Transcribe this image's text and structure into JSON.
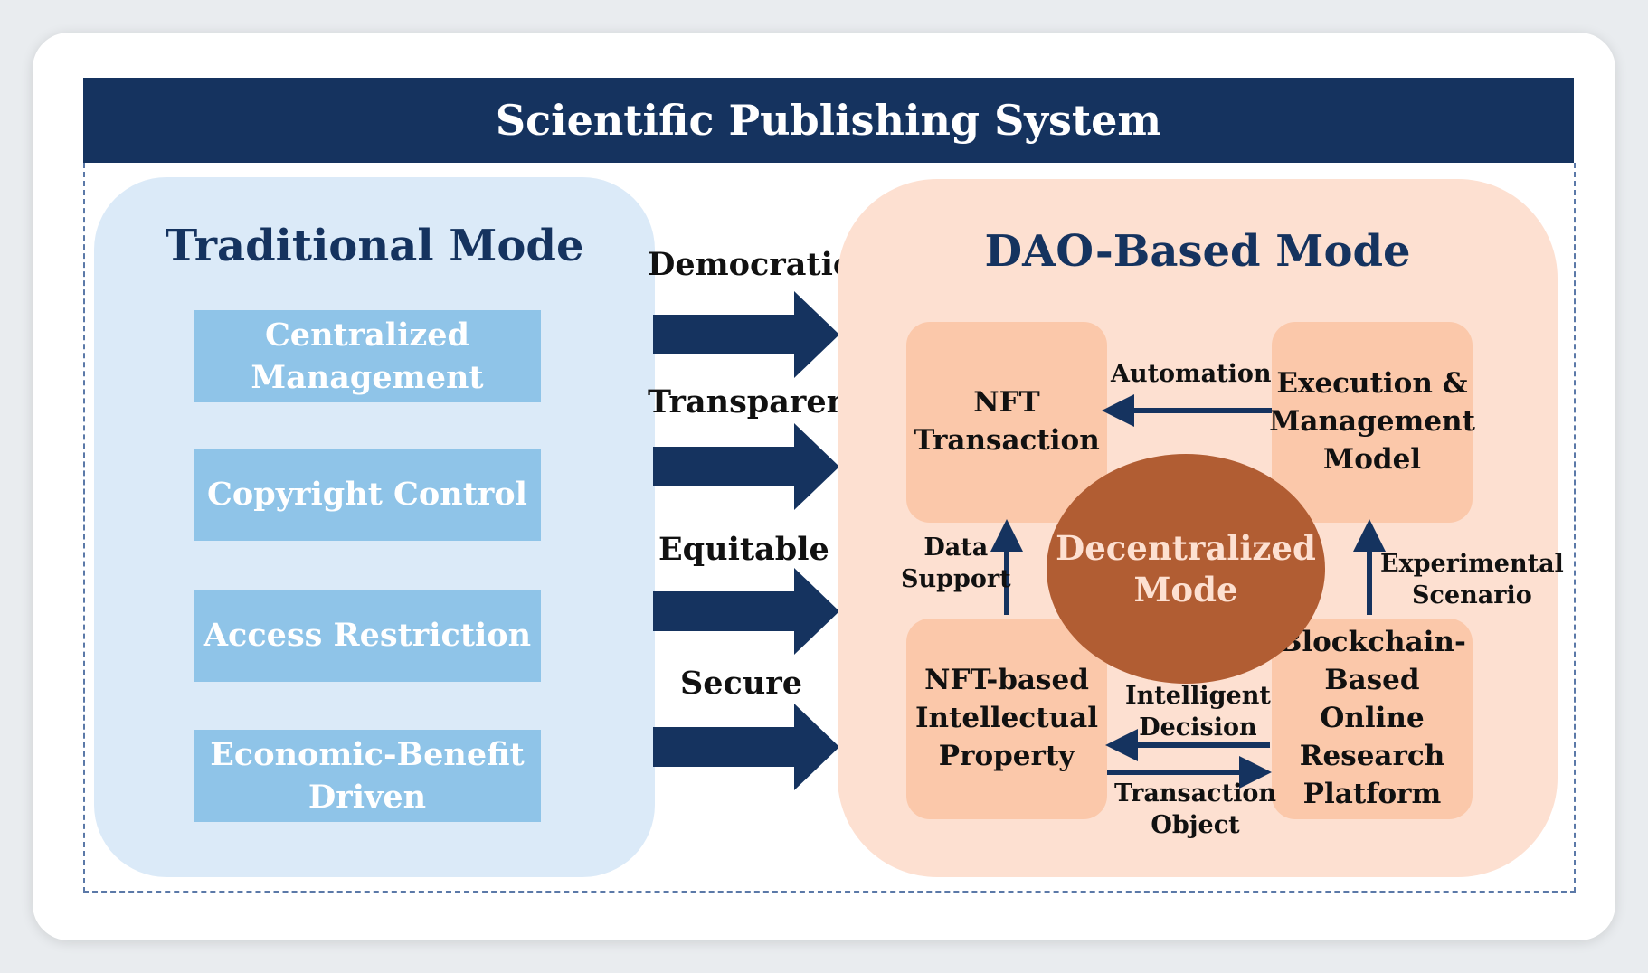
{
  "title": "Scientific Publishing System",
  "traditional": {
    "title": "Traditional Mode",
    "items": [
      {
        "line1": "Centralized",
        "line2": "Management"
      },
      {
        "line1": "Copyright Control",
        "line2": ""
      },
      {
        "line1": "Access Restriction",
        "line2": ""
      },
      {
        "line1": "Economic-Benefit",
        "line2": "Driven"
      }
    ]
  },
  "transitions": [
    "Democratic",
    "Transparent",
    "Equitable",
    "Secure"
  ],
  "dao": {
    "title": "DAO-Based Mode",
    "center": {
      "line1": "Decentralized",
      "line2": "Mode"
    },
    "nodes": {
      "nft_transaction": {
        "line1": "NFT",
        "line2": "Transaction",
        "line3": ""
      },
      "execution": {
        "line1": "Execution &",
        "line2": "Management",
        "line3": "Model"
      },
      "nft_ip": {
        "line1": "NFT-based",
        "line2": "Intellectual",
        "line3": "Property"
      },
      "blockchain": {
        "line1": "Blockchain-",
        "line2": "Based Online",
        "line3": "Research",
        "line4": "Platform"
      }
    },
    "edges": {
      "automation": "Automation",
      "data_support": {
        "line1": "Data",
        "line2": "Support"
      },
      "experimental": {
        "line1": "Experimental",
        "line2": "Scenario"
      },
      "intelligent": {
        "line1": "Intelligent",
        "line2": "Decision"
      },
      "transaction_object": {
        "line1": "Transaction",
        "line2": "Object"
      }
    }
  },
  "colors": {
    "header": "#15335f",
    "traditional_panel": "#dbeaf8",
    "traditional_box": "#8fc4e8",
    "dao_panel": "#fde0d1",
    "dao_node": "#fbc8aa",
    "center": "#b15d33",
    "arrow": "#15335f"
  }
}
